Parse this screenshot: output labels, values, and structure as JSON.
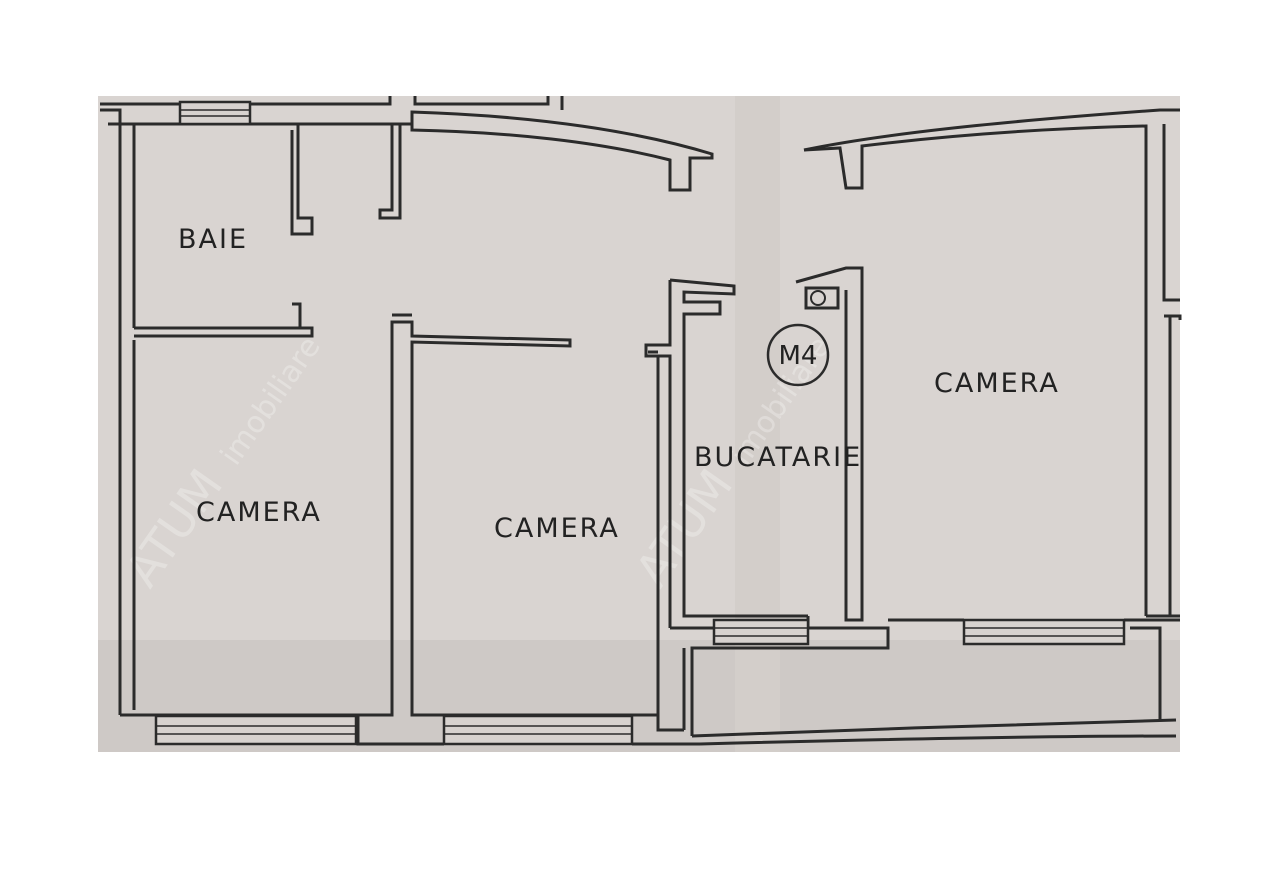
{
  "rooms": {
    "baie": "BAIE",
    "camera_left": "CAMERA",
    "camera_middle": "CAMERA",
    "bucatarie": "BUCATARIE",
    "camera_right": "CAMERA"
  },
  "badge": "M4",
  "watermark": {
    "brand": "ATUM",
    "sub": "imobiliare"
  },
  "colors": {
    "paper": "#d9d4d1",
    "ink": "#2b2b2b"
  }
}
